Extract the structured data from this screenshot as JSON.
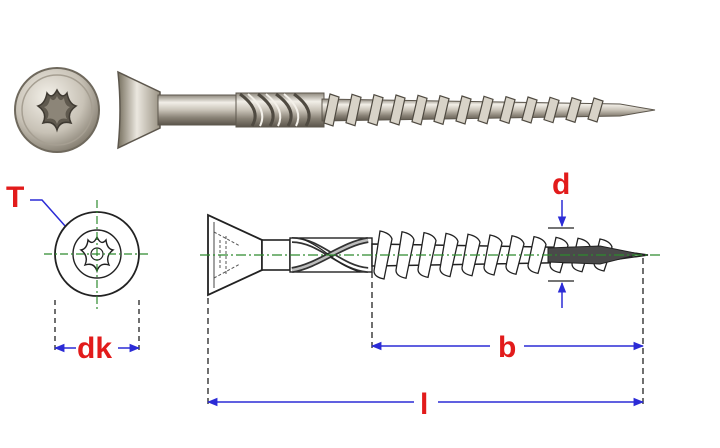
{
  "labels": {
    "torx": "T",
    "head_diameter": "dk",
    "thread_diameter": "d",
    "thread_length": "b",
    "total_length": "l"
  },
  "colors": {
    "label": "#e21b1b",
    "dimension_line": "#2b2bd6",
    "center_line": "#2e8b2e",
    "outline": "#222222",
    "metal_light": "#e6e2da",
    "metal_dark": "#6d675c"
  },
  "icons": {
    "photo_head": "torx-head-photo",
    "photo_screw": "screw-photo",
    "drawing_head": "torx-head-drawing",
    "drawing_screw": "screw-drawing"
  }
}
